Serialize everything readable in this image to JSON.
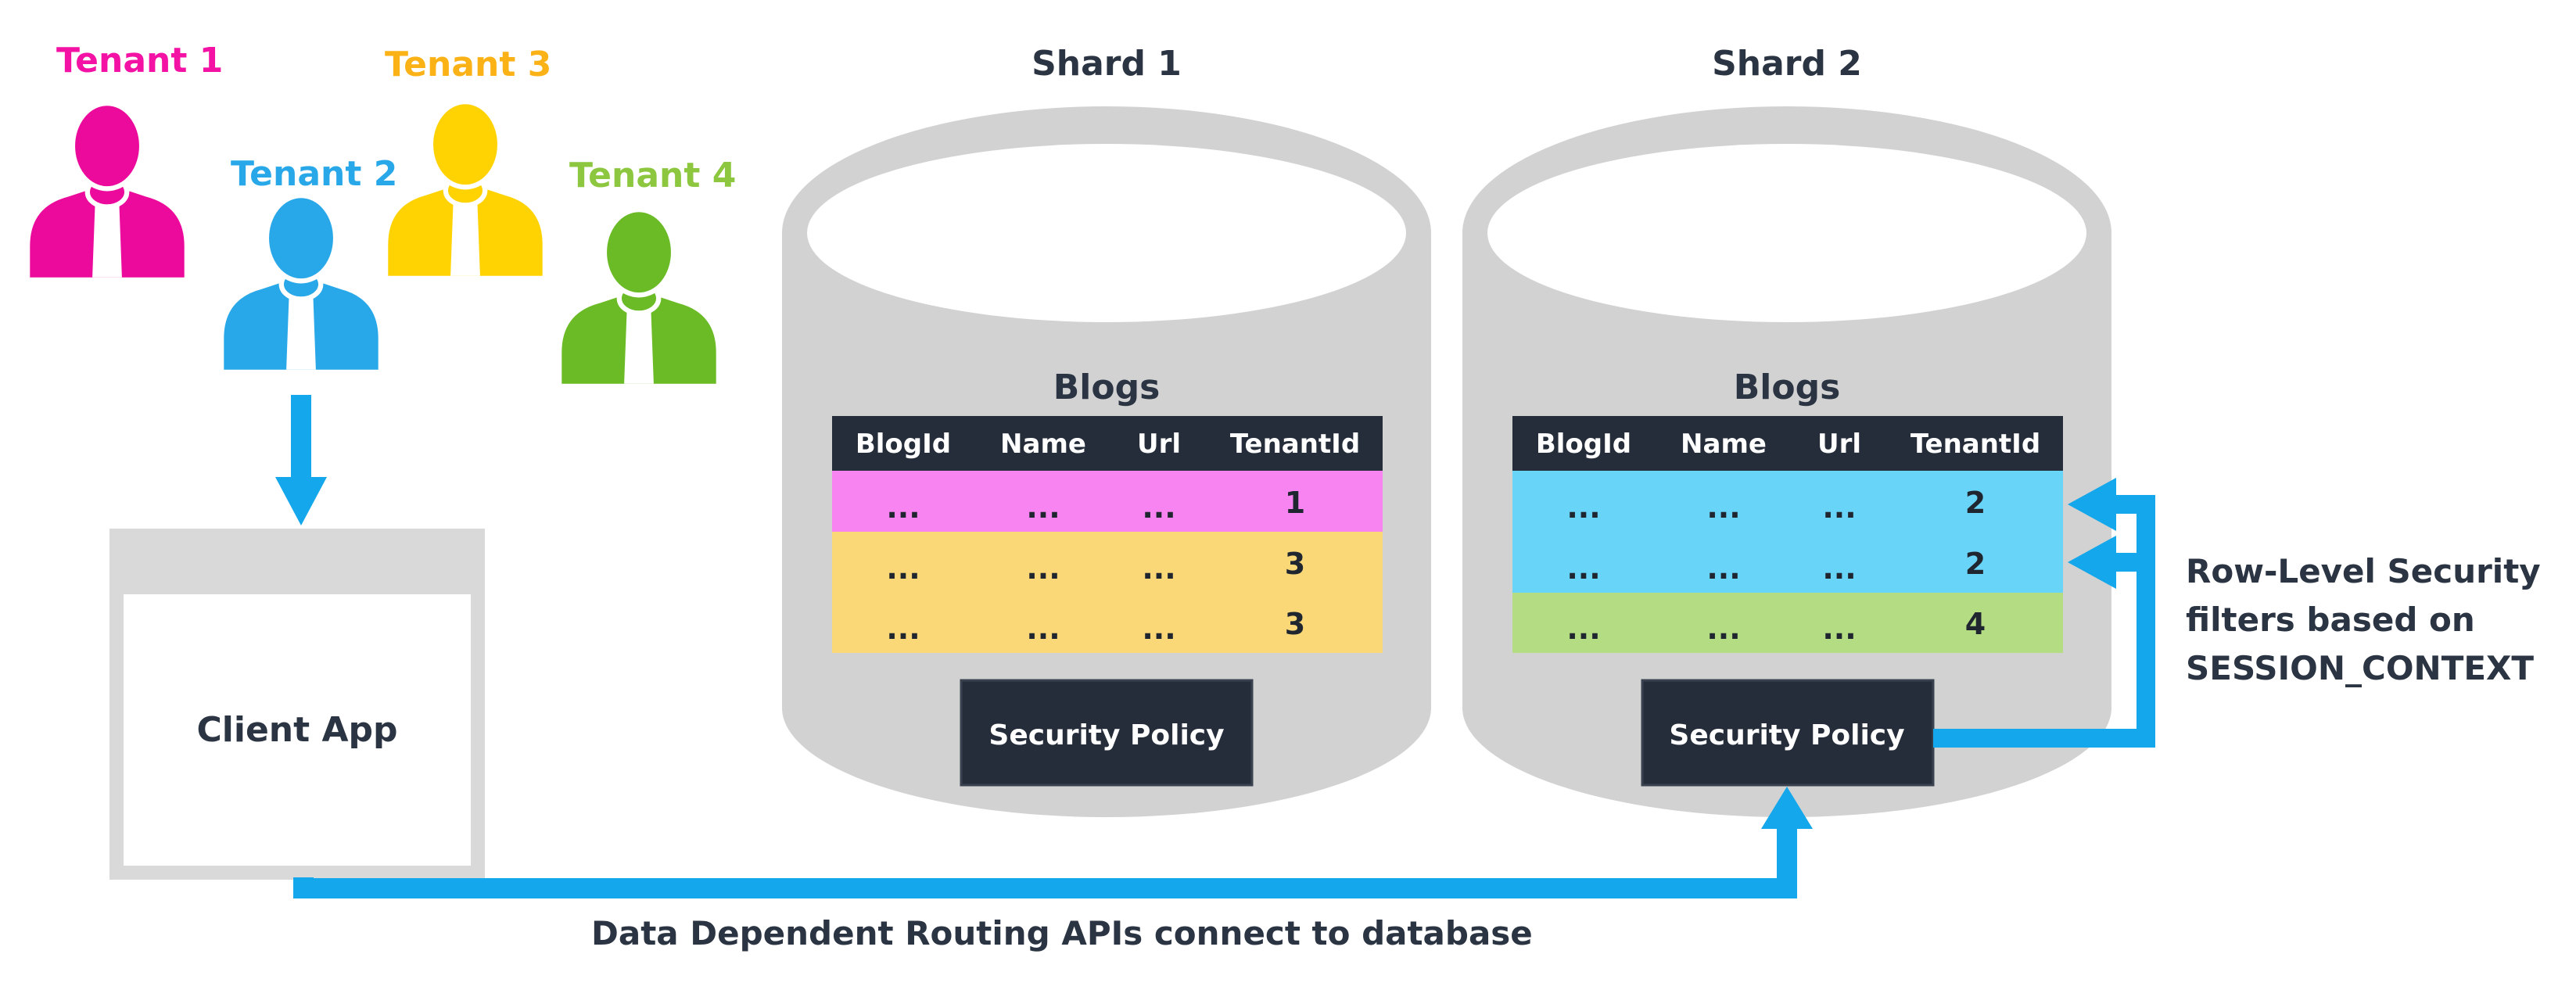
{
  "colors": {
    "tenant1": "#EC0A9C",
    "tenant1_label": "#F412A5",
    "tenant2": "#28A8E9",
    "tenant2_label": "#28A8E9",
    "tenant3": "#FFD302",
    "tenant3_label": "#FBB217",
    "tenant4": "#6BBB26",
    "tenant4_label": "#8DC740",
    "connector_blue": "#14A7EB",
    "dark_navy": "#252C3A",
    "cylinder_gray": "#D2D2D2",
    "frame_gray": "#D9D9D9",
    "row_pink": "#F884F2",
    "row_yellow": "#FAD877",
    "row_blue": "#68D4F8",
    "row_green": "#B4DC82",
    "text_dark": "#2B3442"
  },
  "tenants": [
    {
      "label": "Tenant 1"
    },
    {
      "label": "Tenant 2"
    },
    {
      "label": "Tenant 3"
    },
    {
      "label": "Tenant 4"
    }
  ],
  "client_app": {
    "label": "Client App"
  },
  "shard1": {
    "title": "Shard 1",
    "table_title": "Blogs",
    "columns": [
      "BlogId",
      "Name",
      "Url",
      "TenantId"
    ],
    "rows": [
      [
        "...",
        "...",
        "...",
        "1"
      ],
      [
        "...",
        "...",
        "...",
        "3"
      ],
      [
        "...",
        "...",
        "...",
        "3"
      ]
    ],
    "security_policy_label": "Security Policy"
  },
  "shard2": {
    "title": "Shard 2",
    "table_title": "Blogs",
    "columns": [
      "BlogId",
      "Name",
      "Url",
      "TenantId"
    ],
    "rows": [
      [
        "...",
        "...",
        "...",
        "2"
      ],
      [
        "...",
        "...",
        "...",
        "2"
      ],
      [
        "...",
        "...",
        "...",
        "4"
      ]
    ],
    "security_policy_label": "Security Policy"
  },
  "annotation": {
    "line1": "Row-Level Security",
    "line2": "filters based on",
    "line3": "SESSION_CONTEXT"
  },
  "caption": "Data Dependent Routing APIs connect to database"
}
